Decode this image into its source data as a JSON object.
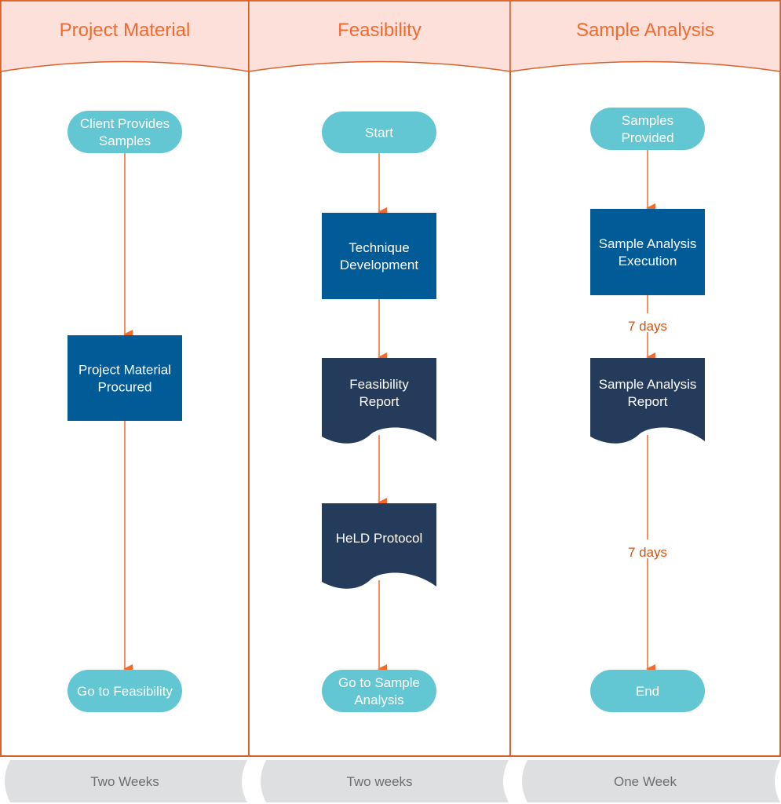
{
  "colors": {
    "lane_border": "#d9622b",
    "header_fill": "#fde0da",
    "header_text": "#f26a2e",
    "terminal_fill": "#62c7d3",
    "process_fill": "#005b96",
    "document_fill": "#243b5c",
    "arrow": "#f26a2e",
    "edge_label": "#d35414",
    "footer_fill": "#dedfe1",
    "footer_text": "#6d6e71"
  },
  "lanes": [
    {
      "title": "Project Material",
      "footer": "Two Weeks",
      "nodes": [
        {
          "id": "client-provides-samples",
          "type": "terminal",
          "lines": [
            "Client Provides",
            "Samples"
          ]
        },
        {
          "id": "project-material-procured",
          "type": "process",
          "lines": [
            "Project Material",
            "Procured"
          ]
        },
        {
          "id": "go-to-feasibility",
          "type": "terminal",
          "lines": [
            "Go to Feasibility"
          ]
        }
      ],
      "edges": [
        {
          "from": 0,
          "to": 1,
          "label": ""
        },
        {
          "from": 1,
          "to": 2,
          "label": ""
        }
      ]
    },
    {
      "title": "Feasibility",
      "footer": "Two weeks",
      "nodes": [
        {
          "id": "start",
          "type": "terminal",
          "lines": [
            "Start"
          ]
        },
        {
          "id": "technique-development",
          "type": "process",
          "lines": [
            "Technique",
            "Development"
          ]
        },
        {
          "id": "feasibility-report",
          "type": "document",
          "lines": [
            "Feasibility",
            "Report"
          ]
        },
        {
          "id": "held-protocol",
          "type": "document",
          "lines": [
            "HeLD Protocol"
          ]
        },
        {
          "id": "go-to-sample-analysis",
          "type": "terminal",
          "lines": [
            "Go to Sample",
            "Analysis"
          ]
        }
      ],
      "edges": [
        {
          "from": 0,
          "to": 1,
          "label": ""
        },
        {
          "from": 1,
          "to": 2,
          "label": ""
        },
        {
          "from": 2,
          "to": 3,
          "label": ""
        },
        {
          "from": 3,
          "to": 4,
          "label": ""
        }
      ]
    },
    {
      "title": "Sample Analysis",
      "footer": "One Week",
      "nodes": [
        {
          "id": "samples-provided",
          "type": "terminal",
          "lines": [
            "Samples",
            "Provided"
          ]
        },
        {
          "id": "sample-analysis-execution",
          "type": "process",
          "lines": [
            "Sample Analysis",
            "Execution"
          ]
        },
        {
          "id": "sample-analysis-report",
          "type": "document",
          "lines": [
            "Sample Analysis",
            "Report"
          ]
        },
        {
          "id": "end",
          "type": "terminal",
          "lines": [
            "End"
          ]
        }
      ],
      "edges": [
        {
          "from": 0,
          "to": 1,
          "label": ""
        },
        {
          "from": 1,
          "to": 2,
          "label": "7 days"
        },
        {
          "from": 2,
          "to": 3,
          "label": "7 days"
        }
      ]
    }
  ]
}
